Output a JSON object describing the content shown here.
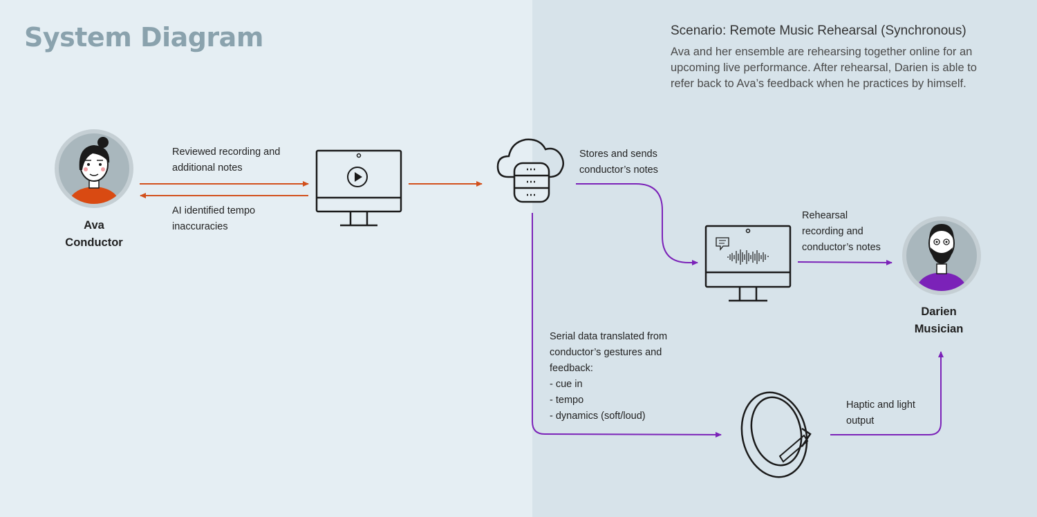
{
  "title": "System Diagram",
  "scenario": {
    "heading": "Scenario: Remote Music Rehearsal (Synchronous)",
    "description": "Ava and her ensemble are rehearsing together online for an upcoming live performance. After rehearsal, Darien is able to refer back to Ava’s feedback when he practices by himself."
  },
  "actors": {
    "ava": {
      "name": "Ava",
      "role": "Conductor",
      "shirt_color": "#d94a12"
    },
    "darien": {
      "name": "Darien",
      "role": "Musician",
      "shirt_color": "#7b22b8"
    }
  },
  "labels": {
    "to_monitor": [
      "Reviewed recording and",
      "additional notes"
    ],
    "from_monitor": [
      "AI identified tempo",
      "inaccuracies"
    ],
    "cloud_out": [
      "Stores and sends",
      "conductor’s notes"
    ],
    "to_darien": [
      "Rehearsal",
      "recording and",
      "conductor’s notes"
    ],
    "serial": [
      "Serial data translated from",
      "conductor’s gestures and",
      "feedback:",
      "- cue in",
      "- tempo",
      "- dynamics (soft/loud)"
    ],
    "haptic": [
      "Haptic and light",
      "output"
    ]
  },
  "icons": [
    "video-monitor-icon",
    "cloud-database-icon",
    "audio-monitor-icon",
    "smart-ring-icon"
  ],
  "colors": {
    "orange_flow": "#d2501c",
    "purple_flow": "#7b22b8",
    "left_panel": "#e5eef3",
    "right_panel": "#d7e3ea",
    "title": "#8aa2ad"
  }
}
